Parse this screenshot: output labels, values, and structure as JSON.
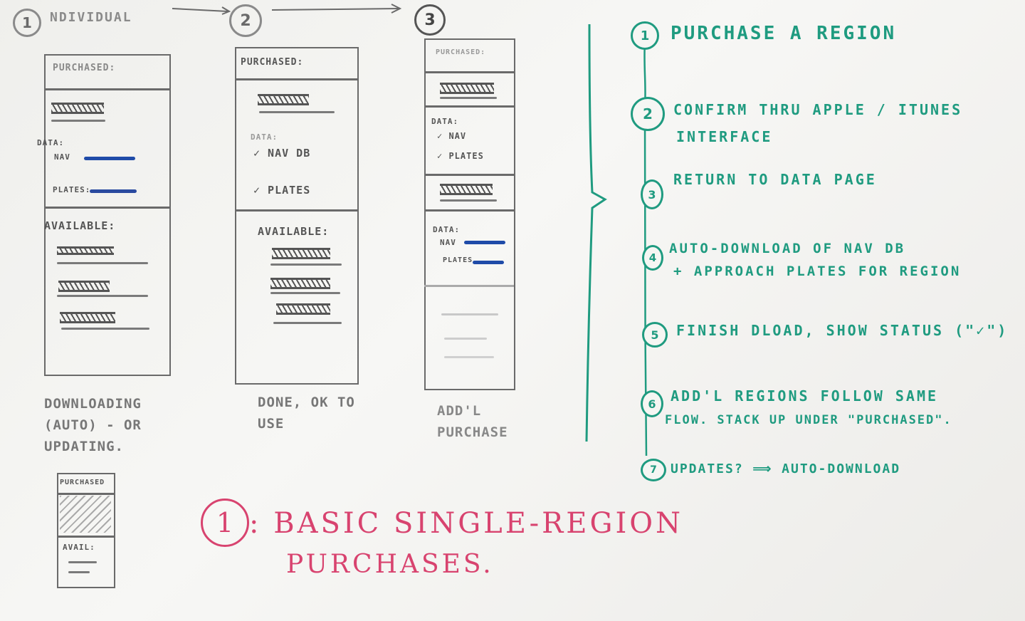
{
  "header": {
    "step1_num": "1",
    "step1_label": "NDIVIDUAL",
    "step2_num": "2",
    "step3_num": "3"
  },
  "panel1": {
    "purchased": "PURCHASED:",
    "data": "DATA:",
    "nav": "NAV",
    "plates": "PLATES:",
    "available": "AVAILABLE:",
    "caption_l1": "DOWNLOADING",
    "caption_l2": "(AUTO) - OR",
    "caption_l3": "UPDATING."
  },
  "panel2": {
    "purchased": "PURCHASED:",
    "data": "DATA:",
    "nav_db": "✓ NAV DB",
    "plates": "✓ PLATES",
    "available": "AVAILABLE:",
    "caption_l1": "DONE, OK TO",
    "caption_l2": "USE"
  },
  "panel3": {
    "purchased": "PURCHASED:",
    "data": "DATA:",
    "nav": "✓ NAV",
    "plates": "✓ PLATES",
    "data2": "DATA:",
    "nav2": "NAV",
    "plates2": "PLATES",
    "caption_l1": "ADD'L",
    "caption_l2": "PURCHASE"
  },
  "mini": {
    "purchased": "PURCHASED",
    "avail": "AVAIL:"
  },
  "steps": [
    {
      "num": "1",
      "text": "PURCHASE A REGION"
    },
    {
      "num": "2",
      "text": "CONFIRM THRU APPLE / ITUNES",
      "text2": "INTERFACE"
    },
    {
      "num": "3",
      "text": "RETURN TO DATA PAGE"
    },
    {
      "num": "4",
      "text": "AUTO-DOWNLOAD OF NAV DB",
      "text2": "+ APPROACH PLATES FOR REGION"
    },
    {
      "num": "5",
      "text": "FINISH DLOAD, SHOW STATUS (\"✓\")"
    },
    {
      "num": "6",
      "text": "ADD'L REGIONS FOLLOW SAME",
      "text2": "FLOW. STACK UP UNDER \"PURCHASED\"."
    },
    {
      "num": "7",
      "text": "UPDATES? ⟹ AUTO-DOWNLOAD"
    }
  ],
  "title": {
    "num": "1",
    "line1": ": BASIC SINGLE-REGION",
    "line2": "PURCHASES."
  },
  "colors": {
    "marker_green": "#1f9b80",
    "marker_red": "#d8436f",
    "marker_blue": "#1f4ba8",
    "marker_gray": "#6a6a6a"
  }
}
